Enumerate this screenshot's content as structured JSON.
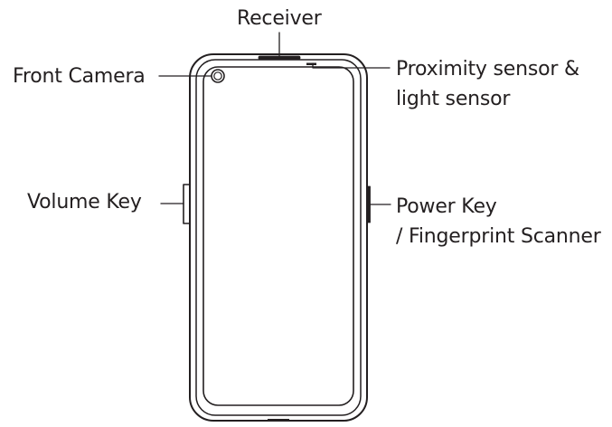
{
  "labels": {
    "receiver": "Receiver",
    "front_camera": "Front Camera",
    "proximity_line1": "Proximity sensor &",
    "proximity_line2": "light sensor",
    "volume_key": "Volume Key",
    "power_line1": "Power Key",
    "power_line2": "/ Fingerprint Scanner"
  },
  "colors": {
    "stroke": "#231f20",
    "background": "#ffffff"
  }
}
